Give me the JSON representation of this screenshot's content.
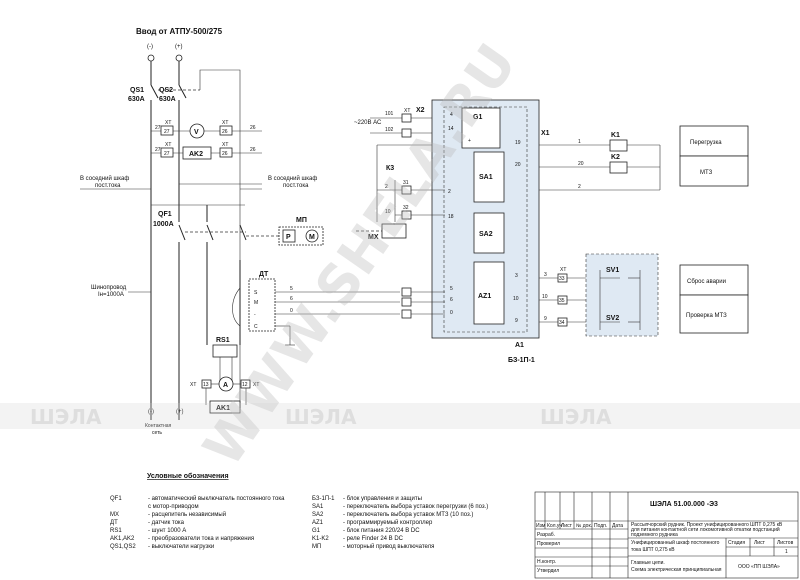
{
  "header": {
    "title": "Ввод от АТПУ-500/275",
    "minus": "(-)",
    "plus": "(+)"
  },
  "components": {
    "qs1": "QS1",
    "qs1_rating": "630A",
    "qs2": "QS2",
    "qs2_rating": "630A",
    "qf1": "QF1",
    "qf1_rating": "1000A",
    "voltmeter": "V",
    "ak2": "AK2",
    "ak1": "AK1",
    "ammeter": "A",
    "rs1": "RS1",
    "dt": "ДТ",
    "mp": "МП",
    "mp_p": "P",
    "mp_m": "M",
    "mx": "MX",
    "k3": "К3",
    "k1": "K1",
    "k2": "K2",
    "g1": "G1",
    "sa1": "SA1",
    "sa2": "SA2",
    "az1": "AZ1",
    "a1": "A1",
    "b3": "БЗ-1П-1",
    "sv1": "SV1",
    "sv2": "SV2",
    "x1": "X1",
    "x2": "X2",
    "xt": "XT"
  },
  "labels": {
    "to_next_left": "В соседний шкаф\nпост.тока",
    "to_next_right": "В соседний шкаф\nпост.тока",
    "busbar": "Шинопровод\nIн=1000А",
    "contact_net": "Контактная\nсеть",
    "ac220": "~220В АС",
    "overload": "Перегрузка",
    "mtz": "МТЗ",
    "reset": "Сброс аварии",
    "check_mtz": "Проверка МТЗ",
    "dt_s": "S",
    "dt_m": "M",
    "dt_minus": "-",
    "dt_c": "C"
  },
  "terminals": {
    "xt_top": [
      "27",
      "27",
      "26",
      "26"
    ],
    "xt_mid": [
      "27",
      "27",
      "26",
      "26"
    ],
    "x2": [
      "101",
      "102"
    ],
    "g1_pins": [
      "4",
      "14",
      "+"
    ],
    "x1_right": [
      "19",
      "20",
      "1",
      "20"
    ],
    "k3_pins": [
      "2",
      "31",
      "10",
      "32",
      "18",
      "2"
    ],
    "dt_wires": [
      "5",
      "6",
      "0"
    ],
    "dt_x": [
      "5",
      "6",
      "0"
    ],
    "right_xt": [
      "3",
      "10",
      "9",
      "33",
      "35",
      "34",
      "3",
      "10",
      "9"
    ],
    "ammeter_xt": [
      "13",
      "12"
    ],
    "mid_num": [
      "1",
      "2",
      "2"
    ]
  },
  "legend": {
    "title": "Условные обозначения",
    "left": [
      {
        "code": "QF1",
        "text": "- автоматический выключатель постоянного тока\n  с мотор-приводом"
      },
      {
        "code": "MX",
        "text": "- расцепитель независимый"
      },
      {
        "code": "ДТ",
        "text": "- датчик тока"
      },
      {
        "code": "RS1",
        "text": "- шунт 1000 А"
      },
      {
        "code": "AK1,AK2",
        "text": "- преобразователи тока и напряжения"
      },
      {
        "code": "QS1,QS2",
        "text": "- выключатели нагрузки"
      }
    ],
    "right": [
      {
        "code": "БЗ-1П-1",
        "text": "- блок управления и защиты"
      },
      {
        "code": "SA1",
        "text": "- переключатель выбора уставок перегрузки (6 поз.)"
      },
      {
        "code": "SA2",
        "text": "- переключатель выбора уставок МТЗ        (10 поз.)"
      },
      {
        "code": "AZ1",
        "text": "- программируемый контроллер"
      },
      {
        "code": "G1",
        "text": "- блок питания  220/24 В DC"
      },
      {
        "code": "K1-K2",
        "text": "- реле Finder  24 В DC"
      },
      {
        "code": "МП",
        "text": "- моторный привод выключателя"
      }
    ]
  },
  "title_block": {
    "doc_code": "ШЭЛА 51.00.000 -Э3",
    "project": "Рассыпчорский рудник. Проект унифицированного  ШПТ 0,275 кВ\nдля питания контактной сети  локомотивной откатки подстанций\nподземного рудника",
    "subject": "Унифицированный шкаф постоянного\nтока    ШПТ 0,275 кВ",
    "stage": "Стадия",
    "sheet": "Лист",
    "sheets": "Листов",
    "sheets_val": "1",
    "drawing": "Главные цепи.\nСхема электрическая принципиальная",
    "company": "ООО «ПП ШЭЛА»",
    "cols": [
      "Изм",
      "Кол.уч",
      "Лист",
      "№ док.",
      "Подп.",
      "Дата"
    ],
    "rows": [
      "Разраб.",
      "Проверил",
      "",
      "Н.контр.",
      "Утвердил"
    ]
  },
  "watermark": {
    "site": "WWW.SHELA.RU",
    "brand": "ШЭЛА"
  }
}
